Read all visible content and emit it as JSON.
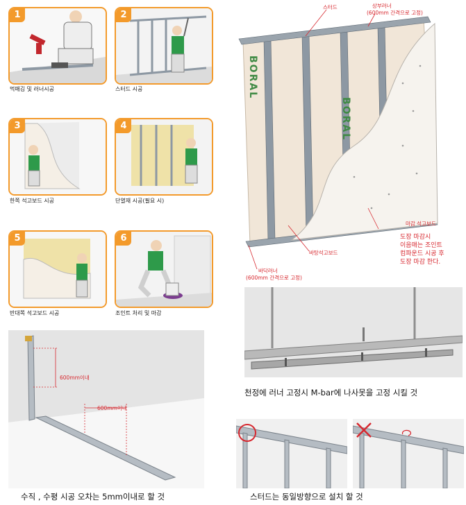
{
  "steps": [
    {
      "num": "1",
      "caption": "먹매김 및 러너시공"
    },
    {
      "num": "2",
      "caption": "스터드 시공"
    },
    {
      "num": "3",
      "caption": "한쪽 석고보드 시공"
    },
    {
      "num": "4",
      "caption": "단열재 시공(필요 시)"
    },
    {
      "num": "5",
      "caption": "반대쪽 석고보드 시공"
    },
    {
      "num": "6",
      "caption": "조인트 처리 및 마감"
    }
  ],
  "wall_diagram": {
    "board_brand": "BORAL",
    "label_stud": "스터드",
    "label_top_runner": "상부러너",
    "label_top_runner_note": "(600mm 간격으로 고정)",
    "label_finish_board": "마감 석고보드",
    "label_back_board": "바탕석고보드",
    "label_bottom_runner": "바닥러너",
    "label_bottom_runner_note": "(600mm 간격으로 고정)",
    "note_lines": [
      "도장 마감시",
      "이음매는 조인트",
      "컴파운드 시공 후",
      "도장 마감 한다."
    ]
  },
  "ceiling_diagram": {
    "caption": "천정에 러너 고정시 M-bar에 나사못을 고정 시킬 것"
  },
  "level_diagram": {
    "dim_vertical": "600mm이내",
    "dim_horizontal": "600mm이내",
    "caption": "수직 , 수평 시공 오차는 5mm이내로 할 것"
  },
  "stud_direction": {
    "caption": "스터드는 동일방향으로 설치 할 것"
  },
  "colors": {
    "accent": "#f39a2b",
    "label_red": "#d7282f",
    "board": "#f1e6d8",
    "stud": "#8d98a3"
  }
}
